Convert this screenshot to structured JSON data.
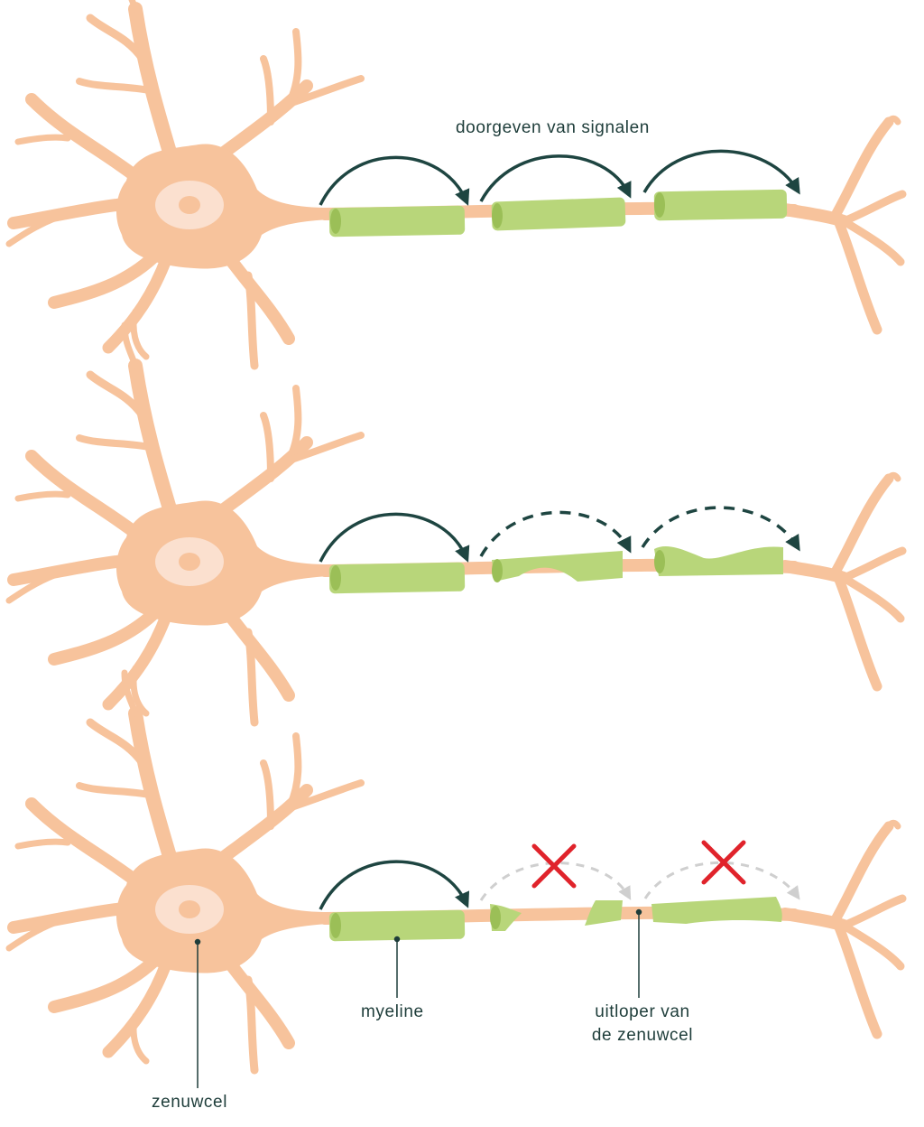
{
  "labels": {
    "signal": "doorgeven van signalen",
    "nerve_cell": "zenuwcel",
    "myelin": "myeline",
    "axon_line1": "uitloper van",
    "axon_line2": "de zenuwcel"
  },
  "colors": {
    "cell": "#f7c39c",
    "nucleus": "#fbe0cf",
    "nucleolus": "#f7c39c",
    "myelin": "#b8d67a",
    "myelin_edge": "#9bbf57",
    "arrow": "#1e4541",
    "arrow_faded": "#cfcfcf",
    "cross": "#e0232b",
    "text": "#1e3d3a"
  }
}
